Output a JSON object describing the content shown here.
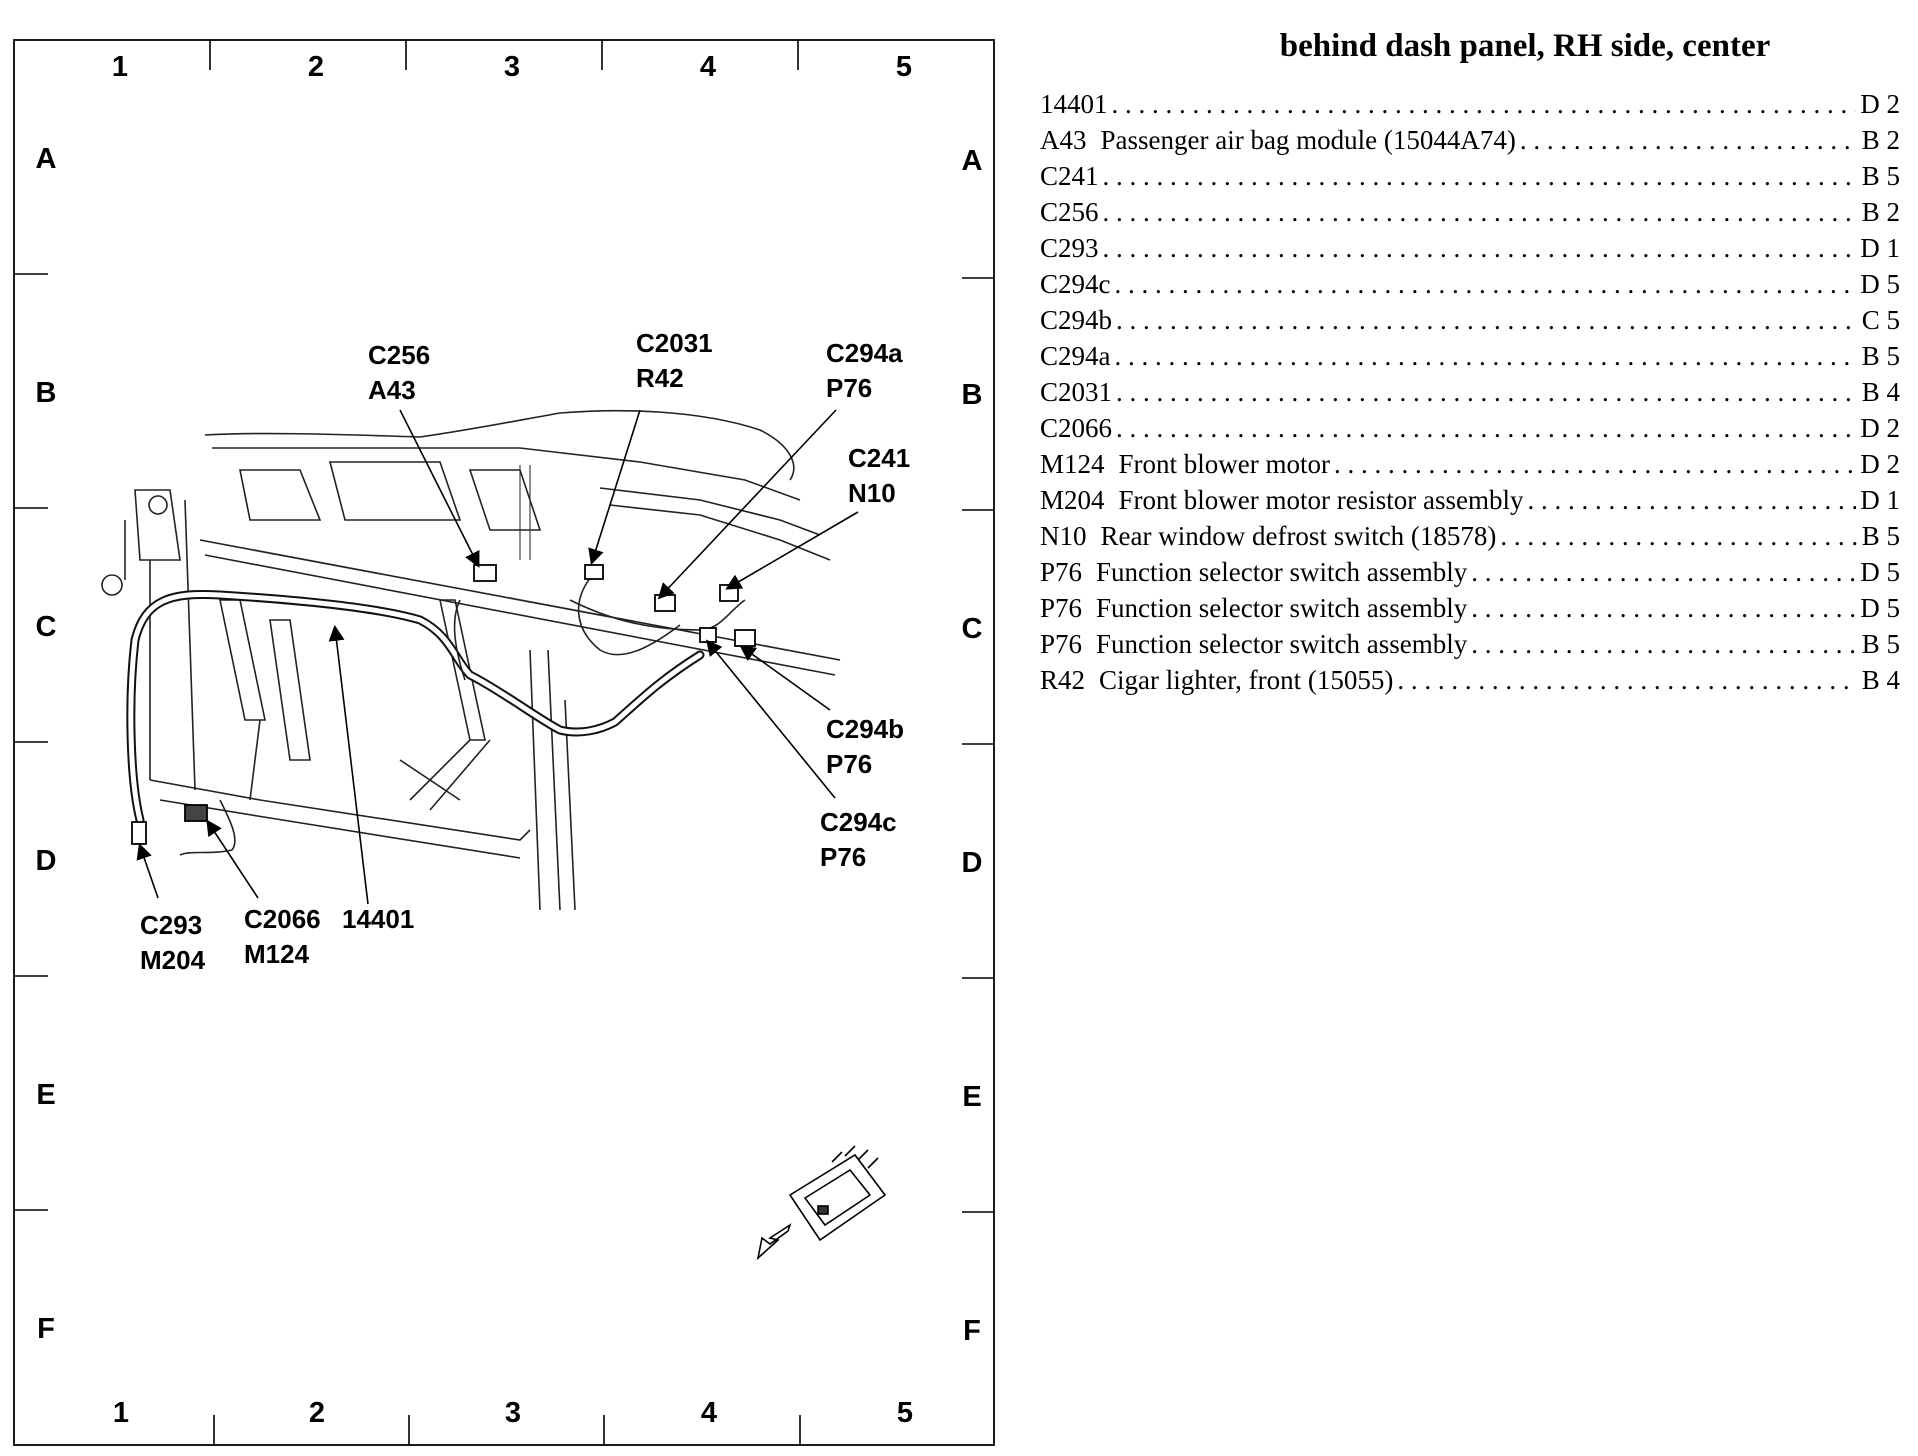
{
  "grid": {
    "columns": [
      "1",
      "2",
      "3",
      "4",
      "5"
    ],
    "rows": [
      "A",
      "B",
      "C",
      "D",
      "E",
      "F"
    ]
  },
  "callouts": {
    "c256": "C256",
    "a43": "A43",
    "c2031": "C2031",
    "r42": "R42",
    "c294a": "C294a",
    "p76_a": "P76",
    "c241": "C241",
    "n10": "N10",
    "c294b": "C294b",
    "p76_b": "P76",
    "c294c": "C294c",
    "p76_c": "P76",
    "c293": "C293",
    "m204": "M204",
    "c2066": "C2066",
    "m124": "M124",
    "h14401": "14401"
  },
  "legend": {
    "title": "behind dash panel, RH side, center",
    "entries": [
      {
        "code": "14401",
        "desc": "",
        "loc": "D 2"
      },
      {
        "code": "A43",
        "desc": "Passenger air bag module (15044A74)",
        "loc": "B 2"
      },
      {
        "code": "C241",
        "desc": "",
        "loc": "B 5"
      },
      {
        "code": "C256",
        "desc": "",
        "loc": "B 2"
      },
      {
        "code": "C293",
        "desc": "",
        "loc": "D 1"
      },
      {
        "code": "C294c",
        "desc": "",
        "loc": "D 5"
      },
      {
        "code": "C294b",
        "desc": "",
        "loc": "C 5"
      },
      {
        "code": "C294a",
        "desc": "",
        "loc": "B 5"
      },
      {
        "code": "C2031",
        "desc": "",
        "loc": "B 4"
      },
      {
        "code": "C2066",
        "desc": "",
        "loc": "D 2"
      },
      {
        "code": "M124",
        "desc": "Front blower motor",
        "loc": "D 2"
      },
      {
        "code": "M204",
        "desc": "Front blower motor resistor assembly",
        "loc": "D 1"
      },
      {
        "code": "N10",
        "desc": "Rear window defrost switch (18578)",
        "loc": "B 5"
      },
      {
        "code": "P76",
        "desc": "Function selector switch assembly",
        "loc": "D 5"
      },
      {
        "code": "P76",
        "desc": "Function selector switch assembly",
        "loc": "D 5"
      },
      {
        "code": "P76",
        "desc": "Function selector switch assembly",
        "loc": "B 5"
      },
      {
        "code": "R42",
        "desc": "Cigar lighter, front (15055)",
        "loc": "B 4"
      }
    ]
  }
}
